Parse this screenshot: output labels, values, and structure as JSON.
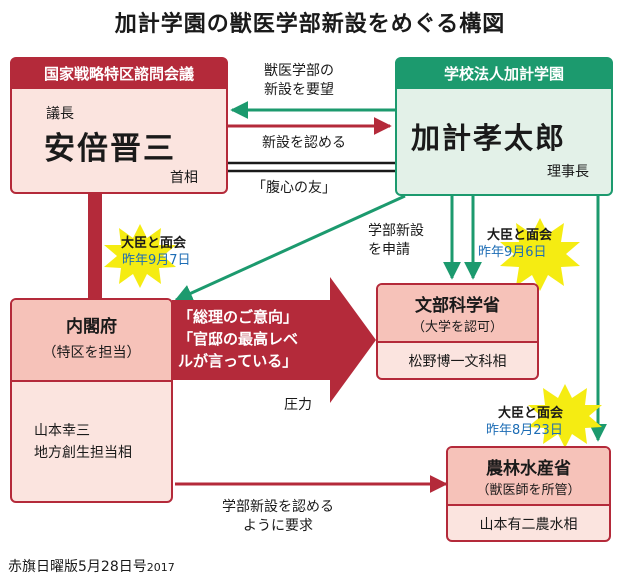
{
  "title": "加計学園の獣医学部新設をめぐる構図",
  "nodes": {
    "council": {
      "header": "国家戦略特区諮問会議",
      "role_top": "議長",
      "name": "安倍晋三",
      "role_bottom": "首相"
    },
    "school": {
      "header": "学校法人加計学園",
      "name": "加計孝太郎",
      "role": "理事長"
    },
    "cabinet": {
      "title": "内閣府",
      "sub": "（特区を担当）",
      "person": "山本幸三",
      "person_role": "地方創生担当相"
    },
    "mext": {
      "title": "文部科学省",
      "sub": "（大学を認可）",
      "person": "松野博一文科相"
    },
    "maff": {
      "title": "農林水産省",
      "sub": "（獣医師を所管）",
      "person": "山本有二農水相"
    }
  },
  "edges": {
    "request_line1": "獣医学部の",
    "request_line2": "新設を要望",
    "approve": "新設を認める",
    "friend": "「腹心の友」",
    "apply_line1": "学部新設",
    "apply_line2": "を申請",
    "require_line1": "学部新設を認める",
    "require_line2": "ように要求",
    "pressure": "圧力"
  },
  "callout": {
    "line1": "「総理のご意向」",
    "line2": "「官邸の最高レベ",
    "line3": "ルが言っている」"
  },
  "meetings": [
    {
      "label": "大臣と面会",
      "date": "昨年9月7日"
    },
    {
      "label": "大臣と面会",
      "date": "昨年9月6日"
    },
    {
      "label": "大臣と面会",
      "date": "昨年8月23日"
    }
  ],
  "source": {
    "main": "赤旗日曜版5月28日号",
    "year": "2017"
  },
  "colors": {
    "red": "#b42a3a",
    "green": "#1c9a6e",
    "pink_fill": "#fbe4df",
    "green_fill": "#e3f1e8",
    "star": "#f5ec12",
    "date_blue": "#1d6db5"
  }
}
